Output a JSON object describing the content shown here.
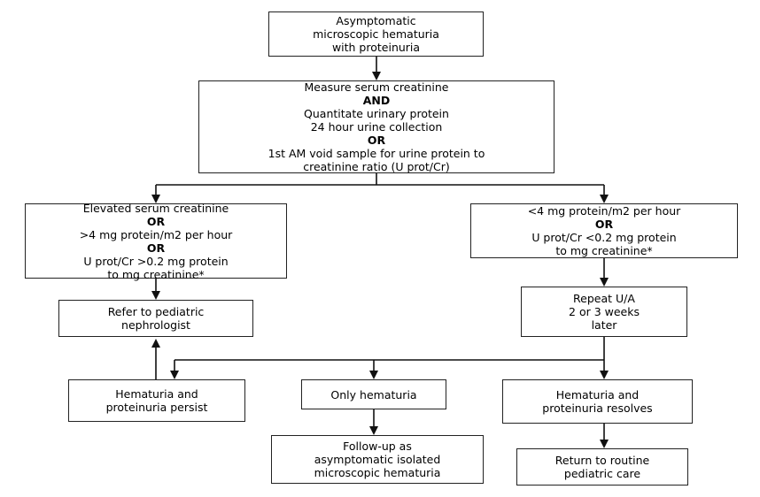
{
  "start": {
    "lines": [
      "Asymptomatic",
      "microscopic hematuria",
      "with proteinuria"
    ]
  },
  "measure": {
    "line1": "Measure serum creatinine",
    "and": "AND",
    "line2": "Quantitate urinary protein",
    "line3": "24 hour urine collection",
    "or": "OR",
    "line4": "1st AM void sample for urine protein to",
    "line5": "creatinine ratio (U prot/Cr)"
  },
  "elevated": {
    "line1": "Elevated serum creatinine",
    "or1": "OR",
    "line2": ">4 mg protein/m2 per hour",
    "or2": "OR",
    "line3": "U prot/Cr >0.2 mg protein",
    "line4": "to mg creatinine*"
  },
  "low": {
    "line1": "<4 mg protein/m2 per hour",
    "or": "OR",
    "line2": "U prot/Cr <0.2 mg protein",
    "line3": "to mg creatinine*"
  },
  "refer": {
    "lines": [
      "Refer to pediatric",
      "nephrologist"
    ]
  },
  "repeat": {
    "lines": [
      "Repeat U/A",
      "2 or 3 weeks",
      "later"
    ]
  },
  "persist": {
    "lines": [
      "Hematuria and",
      "proteinuria persist"
    ]
  },
  "only": {
    "lines": [
      "Only hematuria"
    ]
  },
  "resolves": {
    "lines": [
      "Hematuria and",
      "proteinuria resolves"
    ]
  },
  "followup": {
    "lines": [
      "Follow-up as",
      "asymptomatic isolated",
      "microscopic hematuria"
    ]
  },
  "routine": {
    "lines": [
      "Return to routine",
      "pediatric care"
    ]
  }
}
